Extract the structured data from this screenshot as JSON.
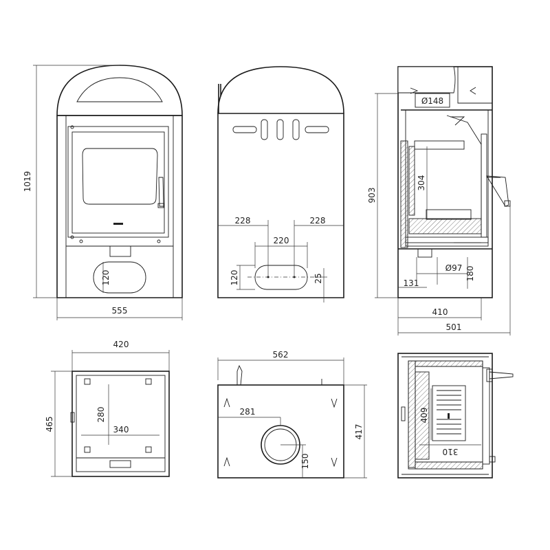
{
  "front_view": {
    "width": "555",
    "height": "1019",
    "ash_opening": "120"
  },
  "side_view": {
    "offset_left": "228",
    "offset_right": "228",
    "spacing": "220",
    "opening_height": "120",
    "center_offset": "25"
  },
  "section_view": {
    "height": "903",
    "flue_diameter": "Ø148",
    "chamber_height": "304",
    "air_inlet_diameter": "Ø97",
    "inlet_height": "180",
    "inlet_offset": "131",
    "depth": "410",
    "total_depth": "501"
  },
  "top_view_a": {
    "width": "420",
    "depth": "465",
    "inner_depth": "280",
    "inner_width": "340"
  },
  "top_view_b": {
    "width": "562",
    "depth": "417",
    "flue_offset": "281",
    "flue_to_edge": "150"
  },
  "plan_section": {
    "inner_depth": "409",
    "inner_width": "310"
  },
  "colors": {
    "line": "#1a1a1a",
    "hatch": "#555555"
  }
}
